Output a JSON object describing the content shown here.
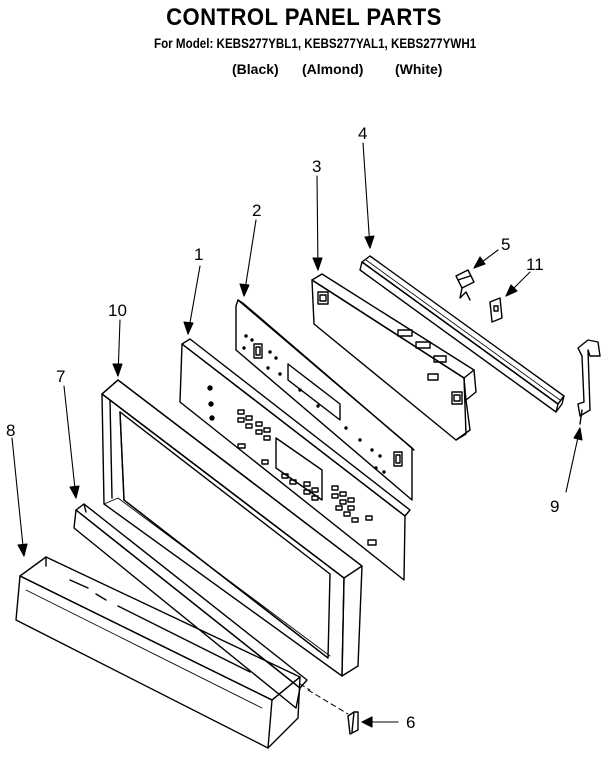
{
  "header": {
    "title": "CONTROL PANEL PARTS",
    "models": "For Model: KEBS277YBL1, KEBS277YAL1, KEBS277YWH1",
    "colors": [
      "(Black)",
      "(Almond)",
      "(White)"
    ]
  },
  "callouts": [
    "1",
    "2",
    "3",
    "4",
    "5",
    "6",
    "7",
    "8",
    "9",
    "10",
    "11"
  ]
}
